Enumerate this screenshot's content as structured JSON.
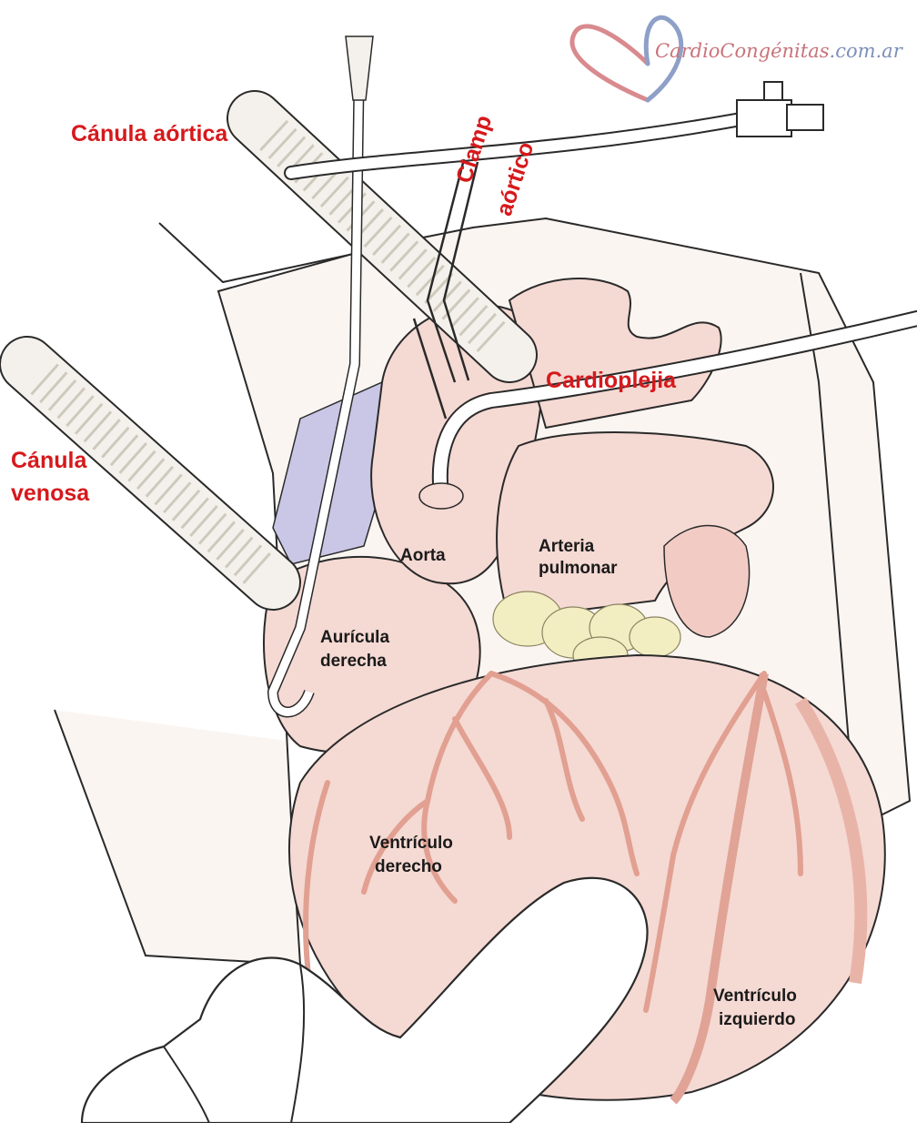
{
  "logo": {
    "part1": "CardioCongénitas",
    "part2": ".com.ar"
  },
  "labels": {
    "canula_aortica": "Cánula aórtica",
    "canula_venosa_1": "Cánula",
    "canula_venosa_2": "venosa",
    "clamp_1": "Clamp",
    "clamp_2": "aórtico",
    "cardioplejia": "Cardioplejia",
    "aorta": "Aorta",
    "arteria_1": "Arteria",
    "arteria_2": "pulmonar",
    "auricula_1": "Aurícula",
    "auricula_2": "derecha",
    "vd_1": "Ventrículo",
    "vd_2": "derecho",
    "vi_1": "Ventrículo",
    "vi_2": "izquierdo"
  },
  "colors": {
    "red_label": "#d6191c",
    "black_label": "#1a1a1a",
    "heart_tissue": "#f5d9d3",
    "vessel": "#e9b4a8",
    "vein_blue": "#c9c6e6",
    "fat": "#f3eec2",
    "skin_outline": "#2a2a2a",
    "logo_red": "#c9737a",
    "logo_blue": "#7d8fb8"
  }
}
